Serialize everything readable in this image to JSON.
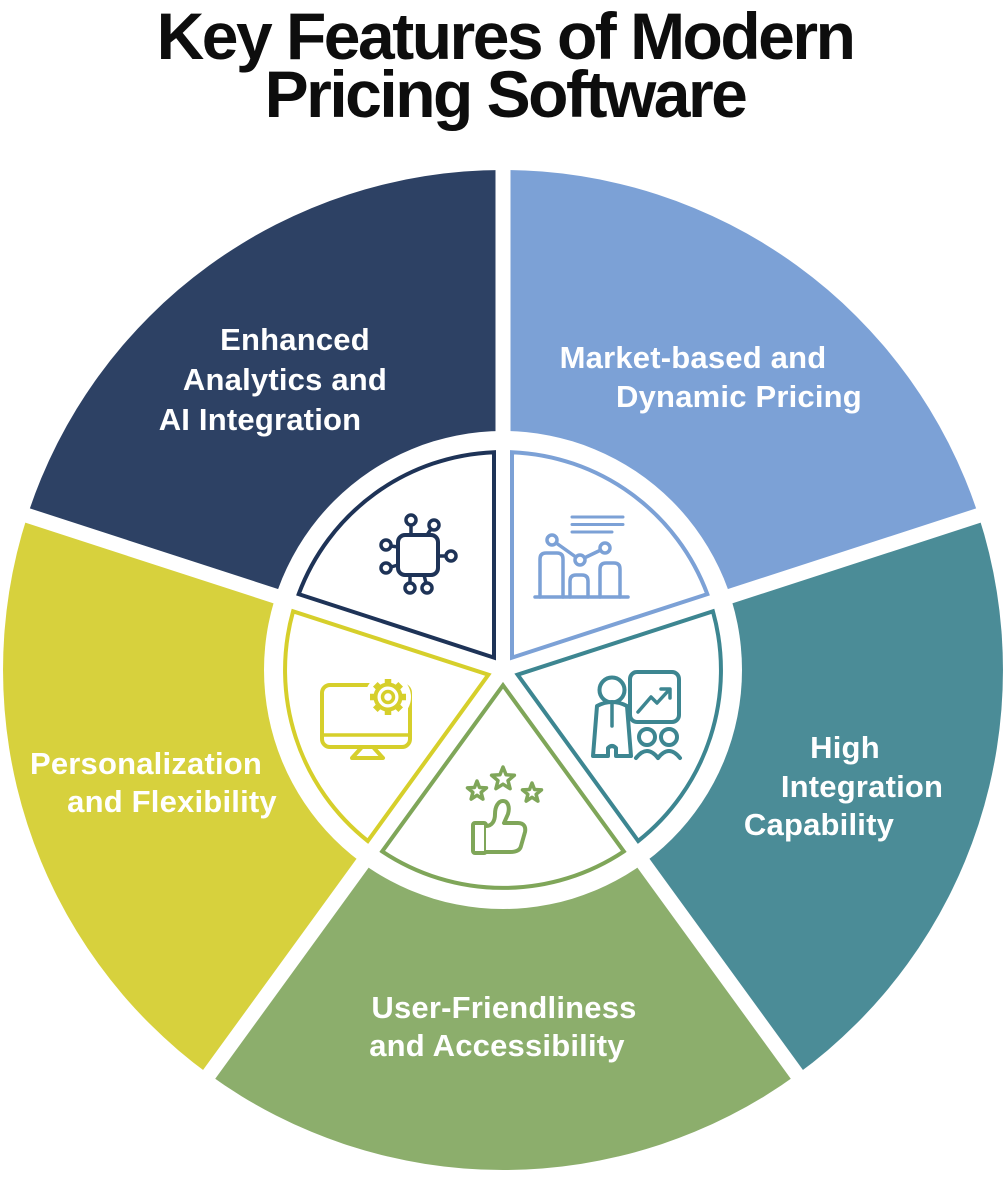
{
  "title": {
    "lines": [
      "Key Features of Modern",
      "Pricing Software"
    ],
    "color": "#0d0d0d"
  },
  "background_color": "#ffffff",
  "divider_color": "#ffffff",
  "segments": [
    {
      "id": "enhanced-analytics-ai",
      "label_lines": [
        "Enhanced",
        "Analytics and",
        "AI Integration"
      ],
      "fill": "#2d4164",
      "line_color": "#1e3357",
      "text_color": "#ffffff",
      "icon": "chip-icon"
    },
    {
      "id": "market-based-dynamic-pricing",
      "label_lines": [
        "Market-based and",
        "Dynamic Pricing"
      ],
      "fill": "#7ca1d6",
      "line_color": "#7ca1d6",
      "text_color": "#ffffff",
      "icon": "bar-chart-trend-icon"
    },
    {
      "id": "high-integration-capability",
      "label_lines": [
        "High",
        "Integration",
        "Capability"
      ],
      "fill": "#4b8c97",
      "line_color": "#3d8691",
      "text_color": "#ffffff",
      "icon": "presentation-icon"
    },
    {
      "id": "user-friendliness-accessibility",
      "label_lines": [
        "User-Friendliness",
        "and Accessibility"
      ],
      "fill": "#8cae6c",
      "line_color": "#7fa659",
      "text_color": "#ffffff",
      "icon": "thumbs-up-stars-icon"
    },
    {
      "id": "personalization-flexibility",
      "label_lines": [
        "Personalization",
        "and Flexibility"
      ],
      "fill": "#d7d13d",
      "line_color": "#d6cf2b",
      "text_color": "#ffffff",
      "icon": "monitor-gear-icon"
    }
  ]
}
